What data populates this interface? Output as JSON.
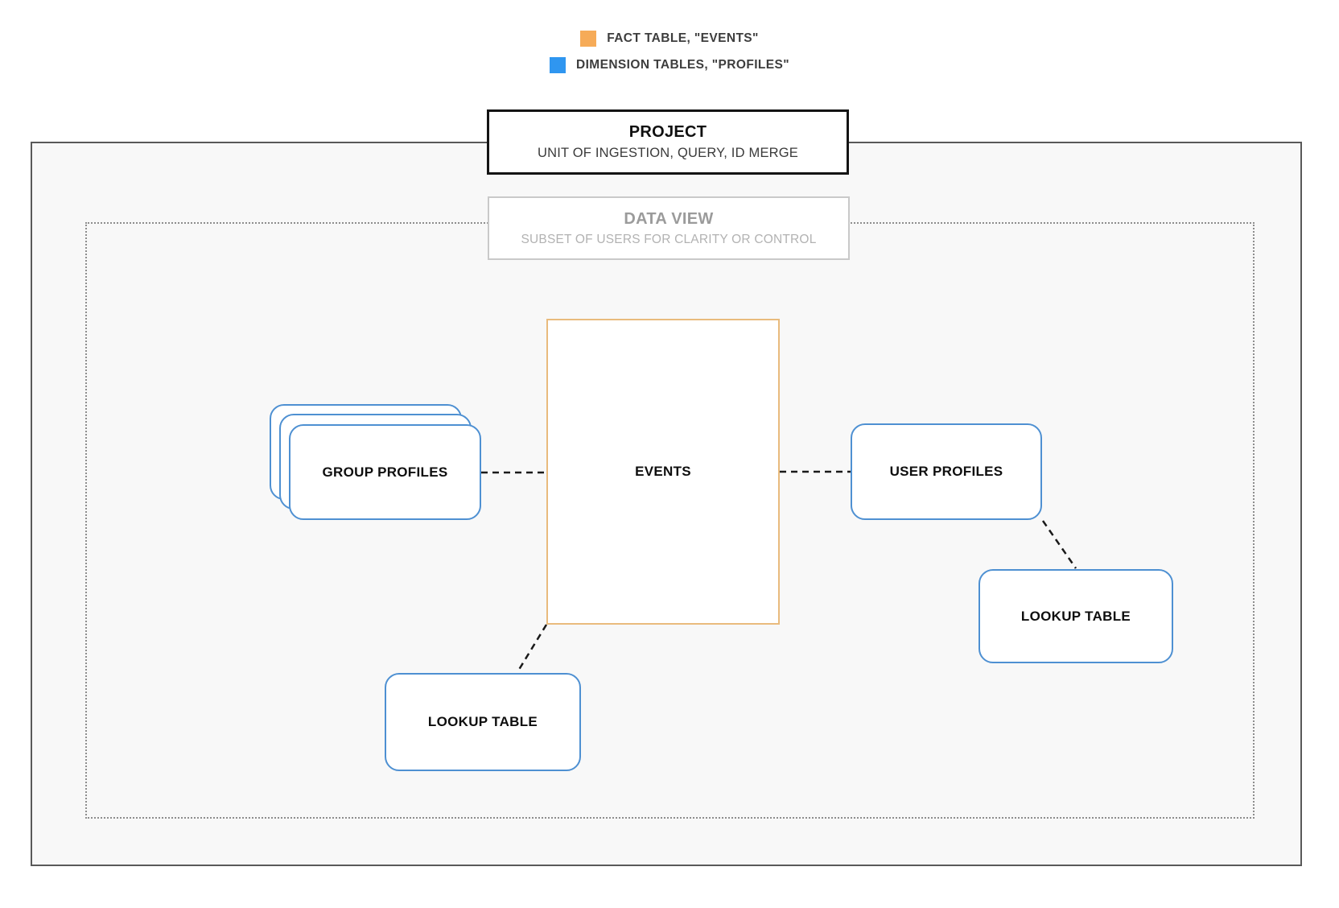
{
  "legend": {
    "items": [
      {
        "id": "fact",
        "label": "FACT TABLE, \"EVENTS\"",
        "color": "#F6AB58"
      },
      {
        "id": "dimension",
        "label": "DIMENSION TABLES, \"PROFILES\"",
        "color": "#2F96F0"
      }
    ]
  },
  "project_box": {
    "title": "PROJECT",
    "subtitle": "UNIT OF INGESTION, QUERY, ID MERGE"
  },
  "data_view_box": {
    "title": "DATA VIEW",
    "subtitle": "SUBSET OF USERS FOR CLARITY OR CONTROL"
  },
  "nodes": {
    "events": {
      "label": "EVENTS",
      "border_color": "#E9BB7D"
    },
    "group_profiles": {
      "label": "GROUP PROFILES",
      "border_color": "#4E90D2"
    },
    "user_profiles": {
      "label": "USER PROFILES",
      "border_color": "#4E90D2"
    },
    "lookup_table_right": {
      "label": "LOOKUP TABLE",
      "border_color": "#4E90D2"
    },
    "lookup_table_bottom": {
      "label": "LOOKUP TABLE",
      "border_color": "#4E90D2"
    }
  },
  "colors": {
    "outer_box_fill": "#F8F8F8",
    "outer_box_border": "#595959",
    "dotted_box_border": "#8D8D8D",
    "connector": "#1A1A1A"
  }
}
